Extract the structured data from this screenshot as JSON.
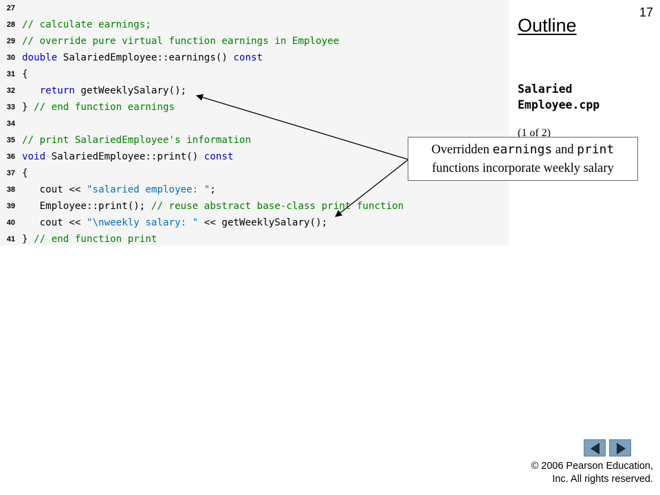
{
  "slide_number": "17",
  "outline_title": "Outline",
  "file_name": "Salaried Employee.cpp",
  "page_indicator": "(1 of 2)",
  "callout": {
    "prefix": "Overridden ",
    "code1": "earnings",
    "middle": " and ",
    "code2": "print",
    "suffix": " functions incorporate weekly salary"
  },
  "code": {
    "lines": [
      {
        "num": "27",
        "segments": []
      },
      {
        "num": "28",
        "segments": [
          {
            "t": "// calculate earnings;",
            "c": "cm"
          }
        ]
      },
      {
        "num": "29",
        "segments": [
          {
            "t": "// override pure virtual function earnings in Employee",
            "c": "cm"
          }
        ]
      },
      {
        "num": "30",
        "segments": [
          {
            "t": "double",
            "c": "kw"
          },
          {
            "t": " SalariedEmployee::earnings() ",
            "c": ""
          },
          {
            "t": "const",
            "c": "kw"
          }
        ]
      },
      {
        "num": "31",
        "segments": [
          {
            "t": "{",
            "c": ""
          }
        ]
      },
      {
        "num": "32",
        "segments": [
          {
            "t": "   ",
            "c": ""
          },
          {
            "t": "return",
            "c": "kw"
          },
          {
            "t": " getWeeklySalary();",
            "c": ""
          }
        ]
      },
      {
        "num": "33",
        "segments": [
          {
            "t": "} ",
            "c": ""
          },
          {
            "t": "// end function earnings",
            "c": "cm"
          }
        ]
      },
      {
        "num": "34",
        "segments": []
      },
      {
        "num": "35",
        "segments": [
          {
            "t": "// print SalariedEmployee's information",
            "c": "cm"
          }
        ]
      },
      {
        "num": "36",
        "segments": [
          {
            "t": "void",
            "c": "kw"
          },
          {
            "t": " SalariedEmployee::print() ",
            "c": ""
          },
          {
            "t": "const",
            "c": "kw"
          }
        ]
      },
      {
        "num": "37",
        "segments": [
          {
            "t": "{",
            "c": ""
          }
        ]
      },
      {
        "num": "38",
        "segments": [
          {
            "t": "   cout << ",
            "c": ""
          },
          {
            "t": "\"salaried employee: \"",
            "c": "st"
          },
          {
            "t": ";",
            "c": ""
          }
        ]
      },
      {
        "num": "39",
        "segments": [
          {
            "t": "   Employee::print(); ",
            "c": ""
          },
          {
            "t": "// reuse abstract base-class print function",
            "c": "cm"
          }
        ]
      },
      {
        "num": "40",
        "segments": [
          {
            "t": "   cout << ",
            "c": ""
          },
          {
            "t": "\"\\nweekly salary: \"",
            "c": "st"
          },
          {
            "t": " << getWeeklySalary();",
            "c": ""
          }
        ]
      },
      {
        "num": "41",
        "segments": [
          {
            "t": "} ",
            "c": ""
          },
          {
            "t": "// end function print",
            "c": "cm"
          }
        ]
      }
    ]
  },
  "copyright": {
    "line1": "© 2006 Pearson Education,",
    "line2": "Inc.  All rights reserved."
  },
  "nav": {
    "prev_icon": "triangle-left-icon",
    "next_icon": "triangle-right-icon"
  },
  "colors": {
    "keyword": "#0000c0",
    "comment": "#008000",
    "string": "#0070c0",
    "code_background": "#f5f5f5",
    "nav_button": "#7da1bd"
  }
}
